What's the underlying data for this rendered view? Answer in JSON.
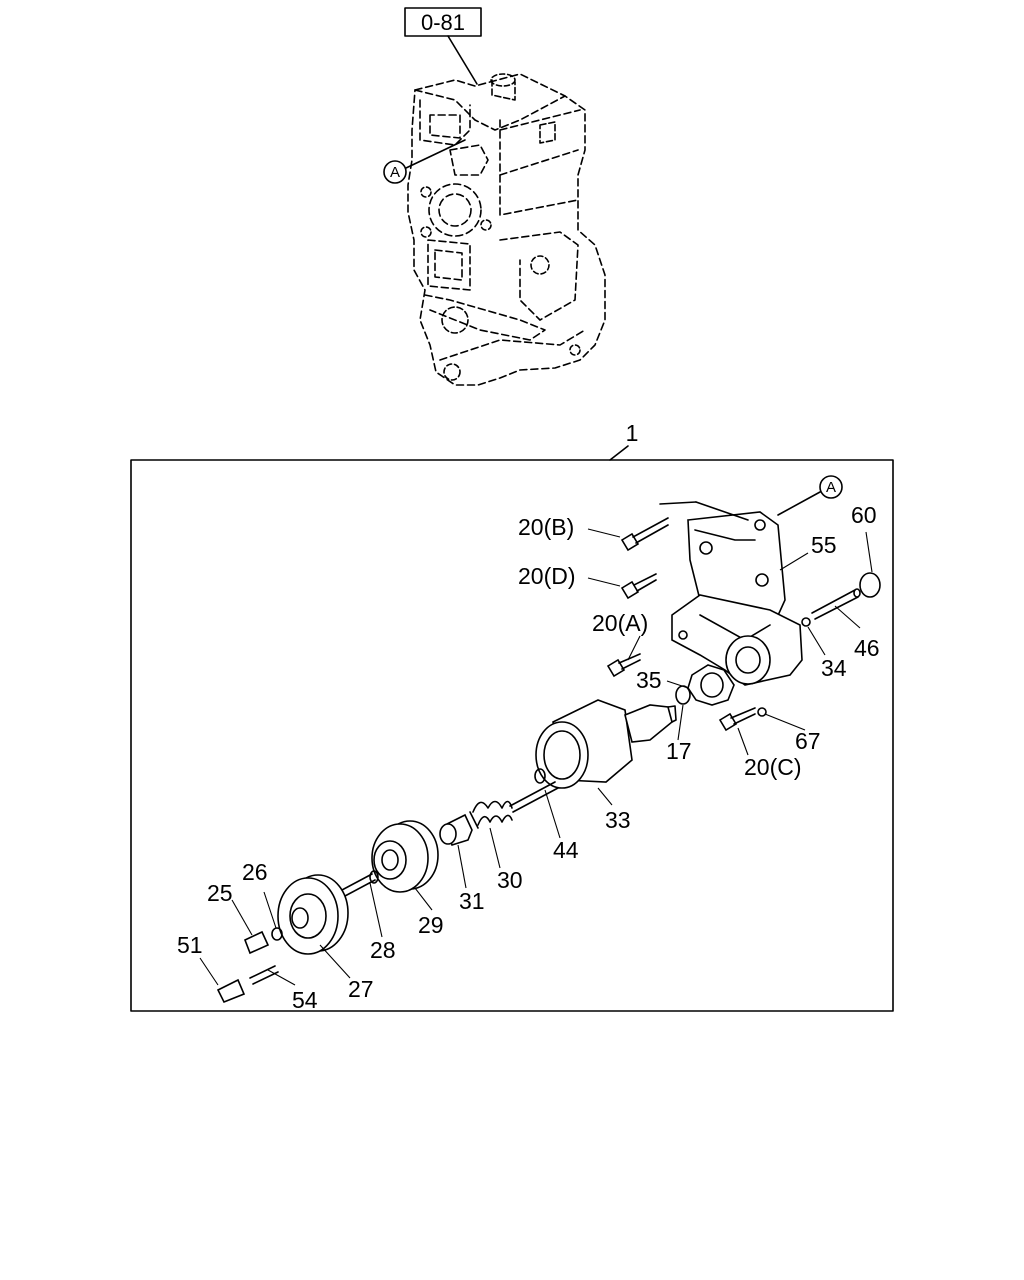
{
  "reference": {
    "label": "0-81"
  },
  "view_marker": {
    "letter": "A"
  },
  "assembly": {
    "number": "1"
  },
  "callouts": [
    {
      "id": "20B",
      "text": "20(B)"
    },
    {
      "id": "20D",
      "text": "20(D)"
    },
    {
      "id": "20A",
      "text": "20(A)"
    },
    {
      "id": "20C",
      "text": "20(C)"
    },
    {
      "id": "55",
      "text": "55"
    },
    {
      "id": "60",
      "text": "60"
    },
    {
      "id": "46",
      "text": "46"
    },
    {
      "id": "34",
      "text": "34"
    },
    {
      "id": "67",
      "text": "67"
    },
    {
      "id": "35",
      "text": "35"
    },
    {
      "id": "17",
      "text": "17"
    },
    {
      "id": "33",
      "text": "33"
    },
    {
      "id": "44",
      "text": "44"
    },
    {
      "id": "30",
      "text": "30"
    },
    {
      "id": "31",
      "text": "31"
    },
    {
      "id": "29",
      "text": "29"
    },
    {
      "id": "28",
      "text": "28"
    },
    {
      "id": "27",
      "text": "27"
    },
    {
      "id": "26",
      "text": "26"
    },
    {
      "id": "25",
      "text": "25"
    },
    {
      "id": "51",
      "text": "51"
    },
    {
      "id": "54",
      "text": "54"
    }
  ]
}
